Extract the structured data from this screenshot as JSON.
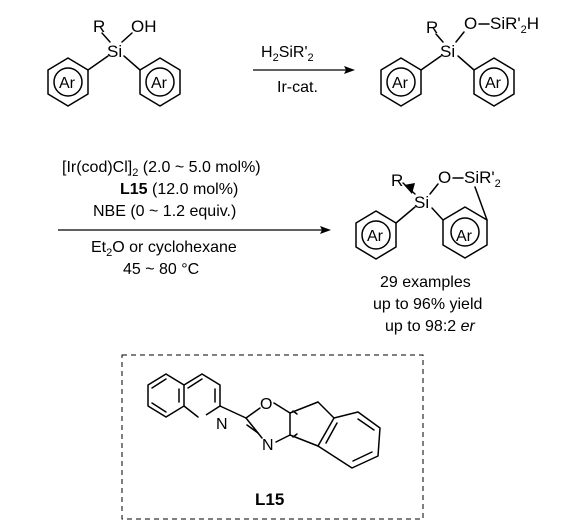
{
  "reaction1": {
    "reactant": {
      "r_label": "R",
      "oh_label": "OH",
      "si_label": "Si",
      "ar_left": "Ar",
      "ar_right": "Ar"
    },
    "reagent_main": "H",
    "reagent_sub1": "2",
    "reagent_mid": "SiR'",
    "reagent_sub2": "2",
    "catalyst": "Ir-cat.",
    "product": {
      "r_label": "R",
      "o_label": "O",
      "siside_main": "SiR'",
      "siside_sub": "2",
      "siside_tail": "H",
      "si_label": "Si",
      "ar_left": "Ar",
      "ar_right": "Ar"
    }
  },
  "reaction2": {
    "conditions": {
      "line1_main": "[Ir(cod)Cl]",
      "line1_sub": "2",
      "line1_tail": " (2.0 ~ 5.0 mol%)",
      "line2_bold": "L15",
      "line2_tail": " (12.0 mol%)",
      "line3": "NBE (0 ~ 1.2 equiv.)",
      "line4_main": "Et",
      "line4_sub": "2",
      "line4_tail": "O or cyclohexane",
      "line5": "45 ~ 80 °C"
    },
    "product": {
      "r_label": "R",
      "o_label": "O",
      "si_ring_main": "SiR'",
      "si_ring_sub": "2",
      "si_label": "Si",
      "ar_left": "Ar",
      "ar_right": "Ar"
    },
    "results": {
      "examples": "29 examples",
      "yield": "up to 96% yield",
      "er_prefix": "up to 98:2 ",
      "er_italic": "er"
    }
  },
  "ligand": {
    "name": "L15",
    "o_label": "O",
    "n_oxazoline": "N",
    "n_isoquinoline": "N"
  }
}
